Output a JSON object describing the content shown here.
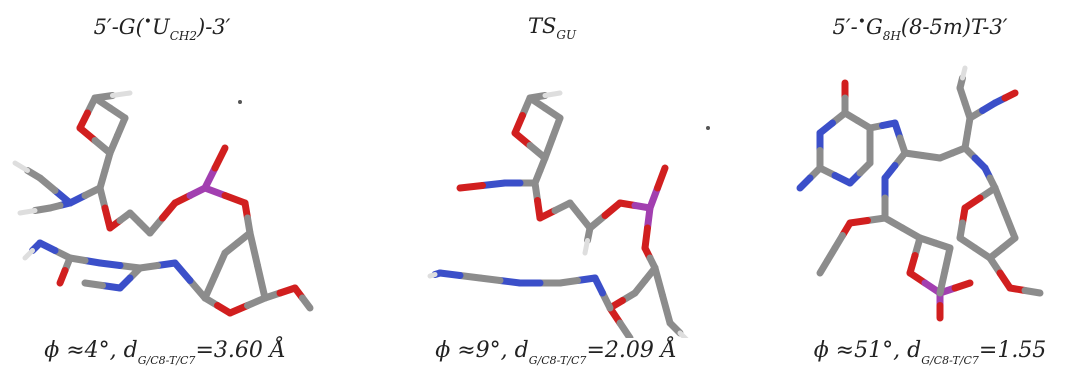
{
  "panels": [
    {
      "title": {
        "main": "5′-G(",
        "rad": "•",
        "u": "U",
        "sub": "CH2",
        "end": ")-3′"
      },
      "caption": {
        "phi": "ϕ ≈4°, d",
        "sub": "G/C8-T/C7",
        "val": "=3.60 Å"
      }
    },
    {
      "title": {
        "main": "TS",
        "sub": "GU"
      },
      "caption": {
        "phi": "ϕ ≈9°, d",
        "sub": "G/C8-T/C7",
        "val": "=2.09 Å"
      }
    },
    {
      "title": {
        "main": "5′-",
        "rad": "•",
        "g": "G",
        "sub": "8H",
        "end": "(8-5m)T-3′"
      },
      "caption": {
        "phi": "ϕ ≈51°, d",
        "sub": "G/C8-T/C7",
        "val": "=1.55"
      }
    }
  ],
  "colors": {
    "carbon": "#8c8c8c",
    "hydrogen": "#dedede",
    "nitrogen": "#3b4fc9",
    "oxygen": "#d11f1f",
    "phosphorus": "#a23fb0"
  }
}
